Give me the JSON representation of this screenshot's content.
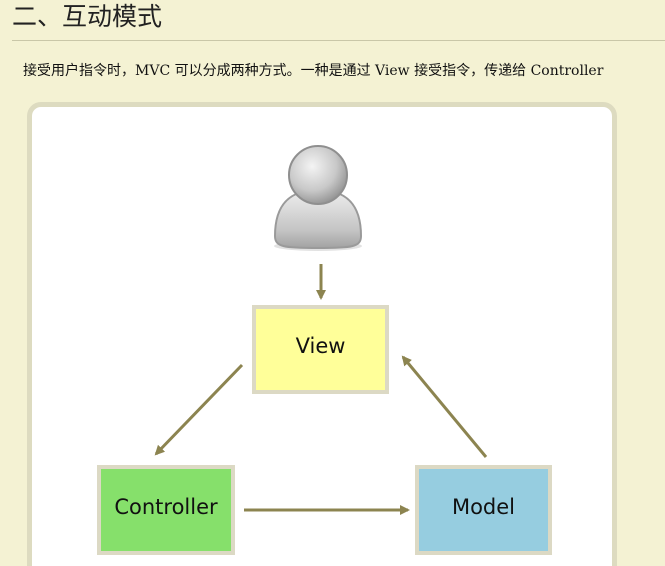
{
  "section": {
    "heading": "二、互动模式",
    "intro": "接受用户指令时，MVC 可以分成两种方式。一种是通过 View 接受指令，传递给 Controller"
  },
  "diagram": {
    "user": "user-icon",
    "nodes": {
      "view": {
        "label": "View",
        "fill": "#ffff99"
      },
      "controller": {
        "label": "Controller",
        "fill": "#86e06b"
      },
      "model": {
        "label": "Model",
        "fill": "#96cde0"
      }
    },
    "edges": [
      {
        "from": "user",
        "to": "View"
      },
      {
        "from": "View",
        "to": "Controller"
      },
      {
        "from": "Controller",
        "to": "Model"
      },
      {
        "from": "Model",
        "to": "View"
      }
    ],
    "colors": {
      "arrow": "#8c8450",
      "box_border": "#dcd9c4"
    }
  }
}
